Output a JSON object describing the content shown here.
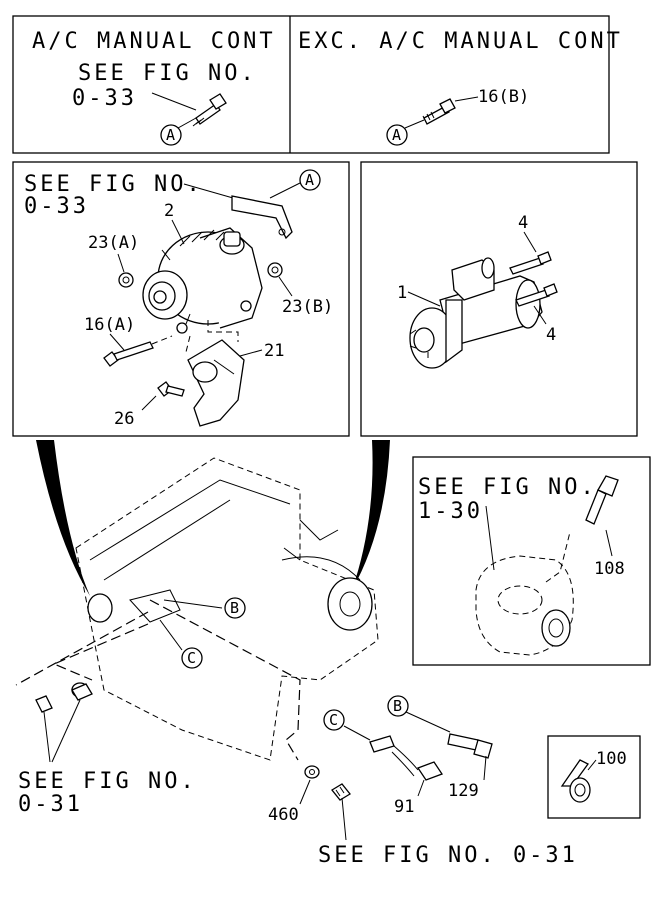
{
  "top_panel": {
    "left_title": "A/C MANUAL CONT",
    "left_ref_line1": "SEE FIG NO.",
    "left_ref_line2": "0-33",
    "left_marker": "A",
    "right_title": "EXC. A/C MANUAL CONT",
    "right_part": "16(B)",
    "right_marker": "A"
  },
  "alternator_panel": {
    "ref_line1": "SEE FIG NO.",
    "ref_line2": "0-33",
    "marker": "A",
    "parts": [
      "2",
      "23(A)",
      "23(B)",
      "16(A)",
      "21",
      "26"
    ]
  },
  "starter_panel": {
    "parts": [
      "4",
      "1",
      "4"
    ]
  },
  "aircleaner_panel": {
    "ref_line1": "SEE FIG NO.",
    "ref_line2": "1-30",
    "part": "108"
  },
  "engine": {
    "marker_b": "B",
    "marker_c": "C"
  },
  "sensors": {
    "marker_c": "C",
    "marker_b": "B",
    "part_91": "91",
    "part_129": "129",
    "part_460": "460"
  },
  "bottom_left_ref": {
    "line1": "SEE FIG NO.",
    "line2": "0-31"
  },
  "bottom_ref": "SEE FIG NO. 0-31",
  "clip_panel": {
    "part": "100"
  }
}
